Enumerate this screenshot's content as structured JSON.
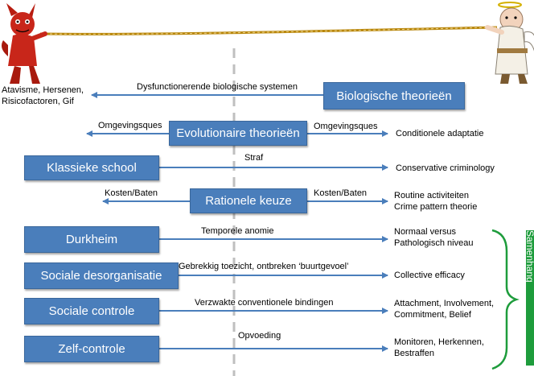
{
  "left_results": [
    "Atavisme, Hersenen,",
    "Risicofactoren, Gif"
  ],
  "rows": [
    {
      "box": "Biologische theorieën",
      "left_label": "Dysfunctionerende biologische systemen"
    },
    {
      "box": "Evolutionaire theorieën",
      "left_label": "Omgevingsques",
      "right_label": "Omgevingsques",
      "result": [
        "Conditionele adaptatie"
      ]
    },
    {
      "box": "Klassieke school",
      "right_label": "Straf",
      "result": [
        "Conservative criminology"
      ]
    },
    {
      "box": "Rationele keuze",
      "left_label": "Kosten/Baten",
      "right_label": "Kosten/Baten",
      "result": [
        "Routine activiteiten",
        "Crime pattern theorie"
      ]
    },
    {
      "box": "Durkheim",
      "right_label": "Temporele anomie",
      "result": [
        "Normaal versus",
        "Pathologisch niveau"
      ]
    },
    {
      "box": "Sociale desorganisatie",
      "right_label": "Gebrekkig toezicht, ontbreken ‘buurtgevoel’",
      "result": [
        "Collective efficacy"
      ]
    },
    {
      "box": "Sociale controle",
      "right_label": "Verzwakte conventionele bindingen",
      "result": [
        "Attachment, Involvement,",
        "Commitment, Belief"
      ]
    },
    {
      "box": "Zelf-controle",
      "right_label": "Opvoeding",
      "result": [
        "Monitoren, Herkennen,",
        "Bestraffen"
      ]
    }
  ],
  "side_label": "Samenhang",
  "colors": {
    "box": "#4a7ebb",
    "arrow": "#4a7ebb",
    "brace": "#1e9c3c",
    "divider": "#bfbfbf",
    "rope": "#b8860b"
  }
}
